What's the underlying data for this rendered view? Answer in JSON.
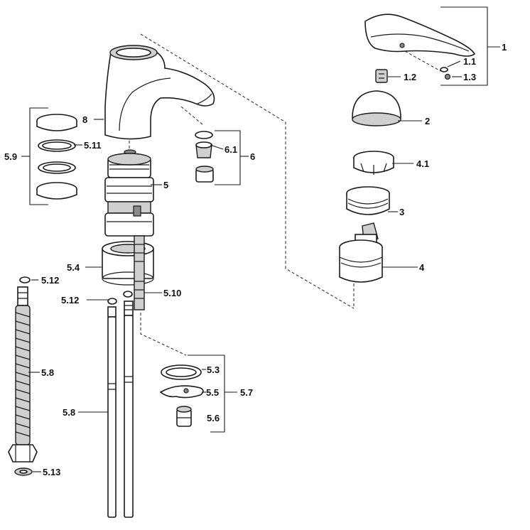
{
  "callouts": {
    "c1": "1",
    "c1_1": "1.1",
    "c1_2": "1.2",
    "c1_3": "1.3",
    "c2": "2",
    "c3": "3",
    "c4": "4",
    "c4_1": "4.1",
    "c5": "5",
    "c5_3": "5.3",
    "c5_4": "5.4",
    "c5_5": "5.5",
    "c5_6": "5.6",
    "c5_7": "5.7",
    "c5_8a": "5.8",
    "c5_8b": "5.8",
    "c5_9": "5.9",
    "c5_10": "5.10",
    "c5_11": "5.11",
    "c5_12a": "5.12",
    "c5_12b": "5.12",
    "c5_13": "5.13",
    "c6": "6",
    "c6_1": "6.1",
    "c8": "8"
  }
}
